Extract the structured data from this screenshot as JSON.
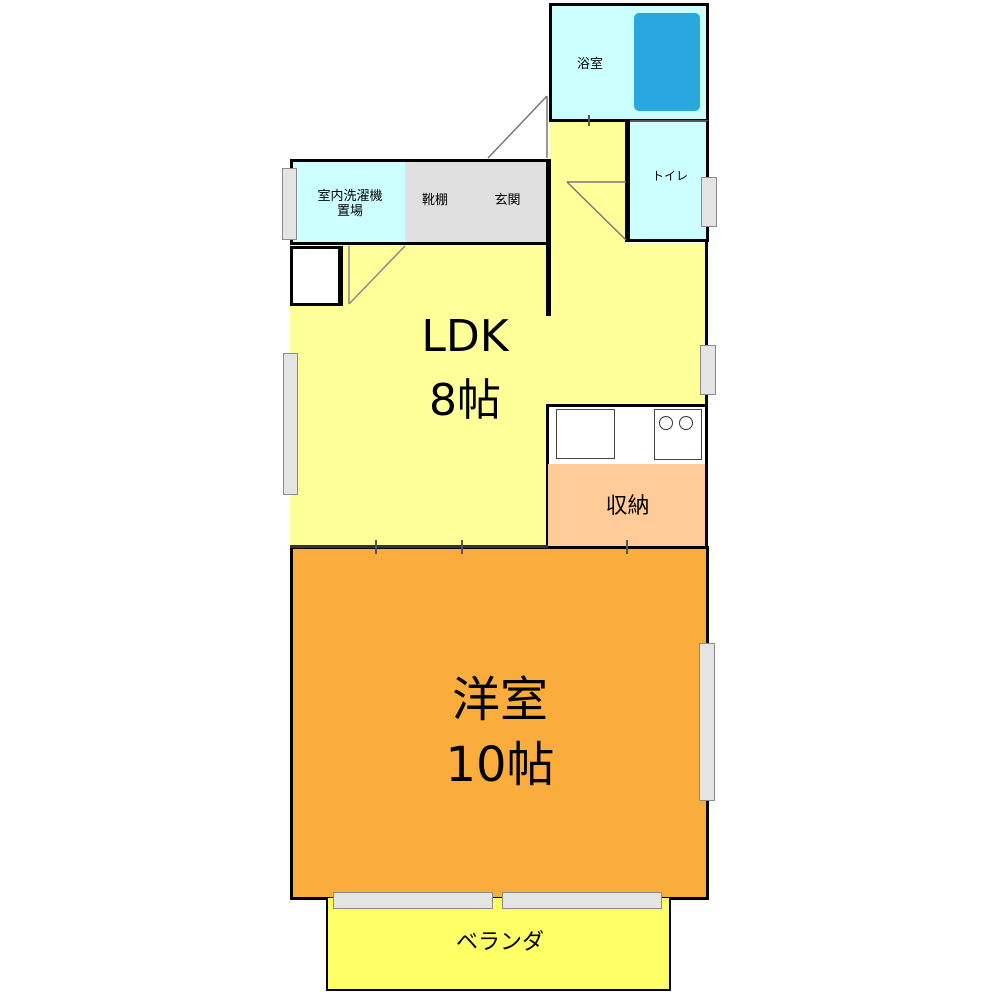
{
  "floorplan": {
    "colors": {
      "ldk": "#ffff99",
      "western_room": "#faac3c",
      "storage": "#ffcc99",
      "wet_area": "#ccffff",
      "entrance": "#e0e0e0",
      "veranda": "#ffff66",
      "bathtub": "#29a8e0",
      "wall": "#000000",
      "window": "#e4e4e4"
    },
    "rooms": {
      "bathroom": {
        "label": "浴室"
      },
      "toilet": {
        "label": "トイレ"
      },
      "laundry": {
        "label": "室内洗濯機\n置場"
      },
      "shoe_cabinet": {
        "label": "靴棚"
      },
      "entrance": {
        "label": "玄関"
      },
      "ldk": {
        "label": "LDK",
        "size": "8帖"
      },
      "storage": {
        "label": "収納"
      },
      "western_room": {
        "label": "洋室",
        "size": "10帖"
      },
      "veranda": {
        "label": "ベランダ"
      }
    }
  }
}
